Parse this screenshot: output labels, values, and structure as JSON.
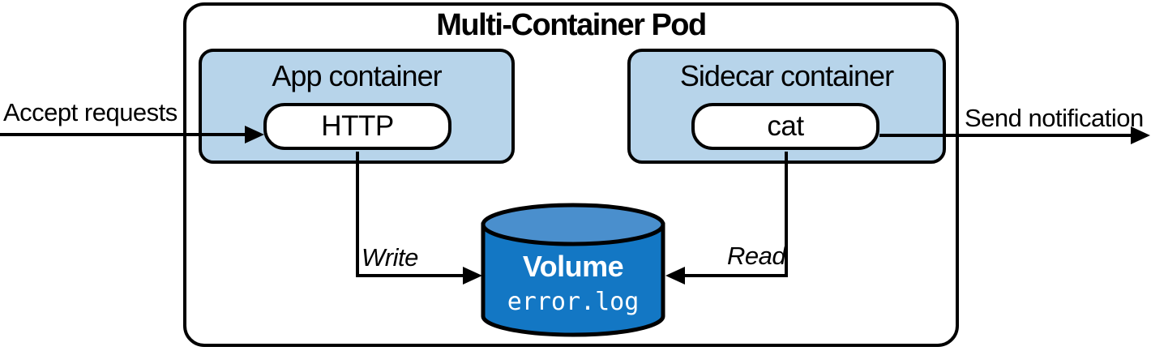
{
  "title": "Multi-Container Pod",
  "containers": {
    "app": {
      "label": "App container",
      "process": "HTTP"
    },
    "sidecar": {
      "label": "Sidecar container",
      "process": "cat"
    }
  },
  "volume": {
    "label": "Volume",
    "file": "error.log"
  },
  "arrows": {
    "accept": "Accept requests",
    "send": "Send notification",
    "write": "Write",
    "read": "Read"
  },
  "colors": {
    "container-fill": "#b7d4ea",
    "cylinder-body": "#1377c4",
    "cylinder-top": "#4a8fcd",
    "box-border": "#000000",
    "text": "#000000",
    "volume-text": "#ffffff"
  }
}
